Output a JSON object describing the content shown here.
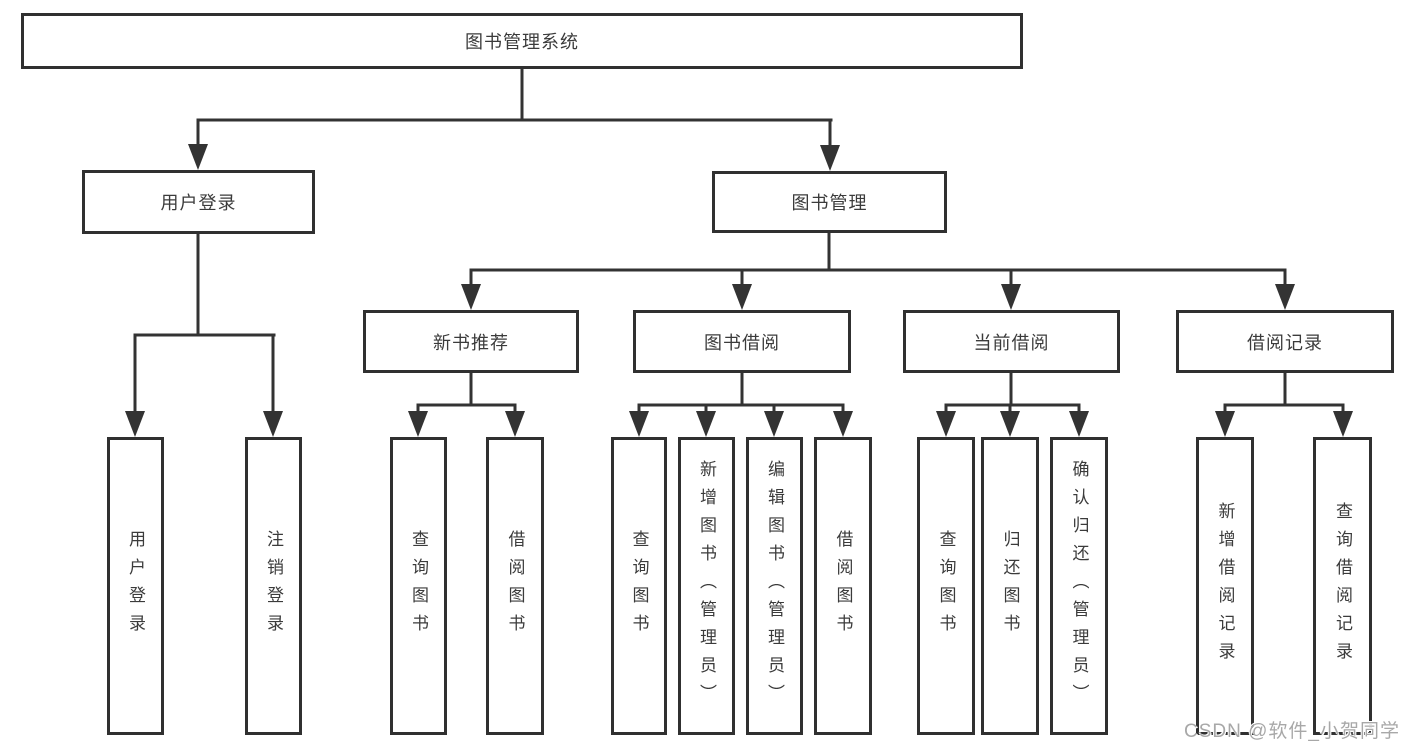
{
  "tree": {
    "label": "图书管理系统",
    "children": [
      {
        "label": "用户登录",
        "children": [
          {
            "label": "用户登录"
          },
          {
            "label": "注销登录"
          }
        ]
      },
      {
        "label": "图书管理",
        "children": [
          {
            "label": "新书推荐",
            "children": [
              {
                "label": "查询图书"
              },
              {
                "label": "借阅图书"
              }
            ]
          },
          {
            "label": "图书借阅",
            "children": [
              {
                "label": "查询图书"
              },
              {
                "label": "新增图书（管理员）"
              },
              {
                "label": "编辑图书（管理员）"
              },
              {
                "label": "借阅图书"
              }
            ]
          },
          {
            "label": "当前借阅",
            "children": [
              {
                "label": "查询图书"
              },
              {
                "label": "归还图书"
              },
              {
                "label": "确认归还（管理员）"
              }
            ]
          },
          {
            "label": "借阅记录",
            "children": [
              {
                "label": "新增借阅记录"
              },
              {
                "label": "查询借阅记录"
              }
            ]
          }
        ]
      }
    ]
  },
  "watermark": {
    "text": "CSDN @软件_小贺同学"
  },
  "colors": {
    "line": "#333333",
    "box_border": "#303030",
    "box_fill": "#ffffff",
    "text": "#3b3b3b",
    "watermark": "#a8a8a8",
    "background": "#ffffff"
  }
}
